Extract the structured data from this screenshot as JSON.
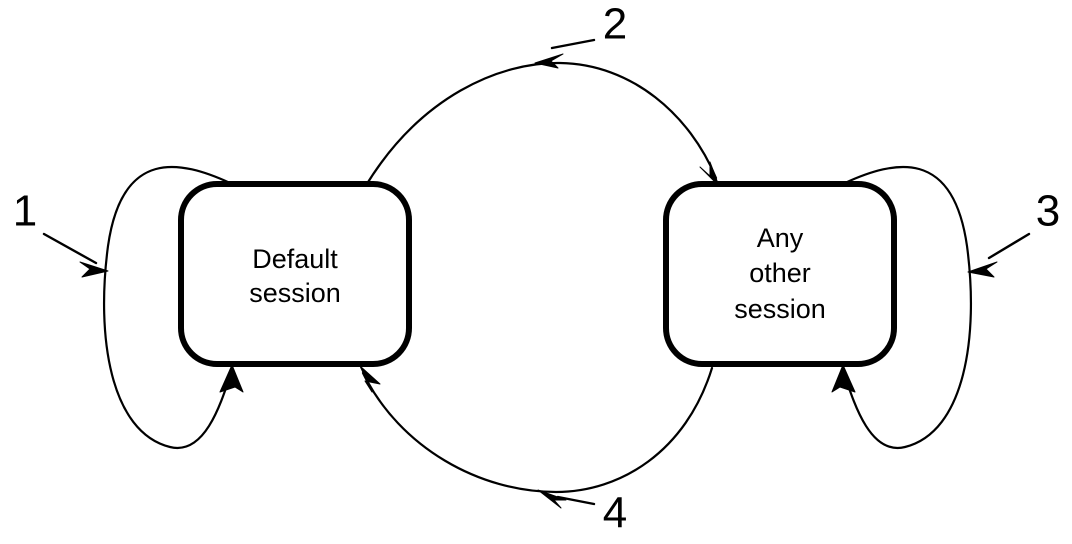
{
  "diagram": {
    "type": "state-transition-diagram",
    "background_color": "#ffffff",
    "stroke_color": "#000000",
    "nodes": [
      {
        "id": "default-session",
        "lines": [
          "Default",
          "session"
        ],
        "line1": "Default",
        "line2": "session",
        "line3": ""
      },
      {
        "id": "any-other-session",
        "lines": [
          "Any",
          "other",
          "session"
        ],
        "line1": "Any",
        "line2": "other",
        "line3": "session"
      }
    ],
    "reference_numbers": [
      {
        "id": "ref-1",
        "label": "1",
        "points_to": "default-session-self-loop"
      },
      {
        "id": "ref-2",
        "label": "2",
        "points_to": "default-to-any-other-transition"
      },
      {
        "id": "ref-3",
        "label": "3",
        "points_to": "any-other-session-self-loop"
      },
      {
        "id": "ref-4",
        "label": "4",
        "points_to": "any-other-to-default-transition"
      }
    ],
    "transitions": [
      {
        "id": "default-session-self-loop",
        "from": "default-session",
        "to": "default-session",
        "ref": "1"
      },
      {
        "id": "default-to-any-other-transition",
        "from": "default-session",
        "to": "any-other-session",
        "ref": "2"
      },
      {
        "id": "any-other-session-self-loop",
        "from": "any-other-session",
        "to": "any-other-session",
        "ref": "3"
      },
      {
        "id": "any-other-to-default-transition",
        "from": "any-other-session",
        "to": "default-session",
        "ref": "4"
      }
    ]
  }
}
